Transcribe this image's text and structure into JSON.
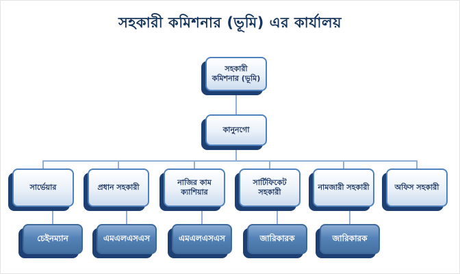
{
  "title": "সহকারী কমিশনার (ভূমি) এর কার্যালয়",
  "org": {
    "root_label": "সহকারী কমিশনার (ভূমি)",
    "level2_label": "কানুনগো",
    "columns": [
      {
        "head": "সার্ভেয়ার",
        "child": "চেইনম্যান"
      },
      {
        "head": "প্রধান সহকারী",
        "child": "এমএলএসএস"
      },
      {
        "head": "নাজির কাম ক্যাশিয়ার",
        "child": "এমএলএসএস"
      },
      {
        "head": "সার্টিফিকেট সহকারী",
        "child": "জারিকারক"
      },
      {
        "head": "নামজারী সহকারী",
        "child": "জারিকারক"
      },
      {
        "head": "অফিস সহকারী",
        "child": ""
      }
    ]
  },
  "colors": {
    "title_text": "#17365d",
    "box_border": "#4f81bd",
    "box_back_shadow": "#1d3f72",
    "child_box_fill": "#4f81bd",
    "connector_line": "#8fafd4"
  }
}
